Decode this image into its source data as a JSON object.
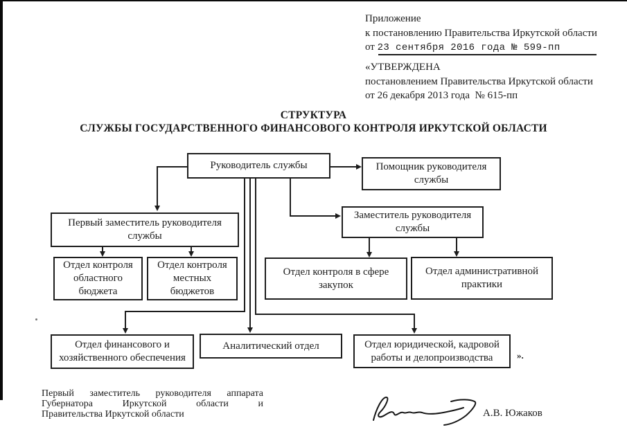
{
  "header": {
    "annex_line1": "Приложение",
    "annex_line2": "к постановлению Правительства Иркутской области",
    "annex_line3_prefix": "от ",
    "annex_line3_value": "23 сентября 2016 года № 599-пп",
    "approved_line1": "«УТВЕРЖДЕНА",
    "approved_line2": "постановлением Правительства Иркутской области",
    "approved_line3": "от 26 декабря 2013 года  № 615-пп"
  },
  "title": {
    "line1": "СТРУКТУРА",
    "line2": "СЛУЖБЫ ГОСУДАРСТВЕННОГО ФИНАНСОВОГО КОНТРОЛЯ ИРКУТСКОЙ ОБЛАСТИ"
  },
  "org_chart": {
    "nodes": {
      "head": "Руководитель службы",
      "assistant": "Помощник руководителя службы",
      "first_deputy": "Первый заместитель руководителя службы",
      "dept_regional_budget": "Отдел контроля областного бюджета",
      "dept_local_budgets": "Отдел контроля местных бюджетов",
      "deputy": "Заместитель руководителя службы",
      "dept_procurement": "Отдел контроля в сфере закупок",
      "dept_admin_practice": "Отдел административной практики",
      "dept_finance": "Отдел финансового и хозяйственного обеспечения",
      "dept_analytics": "Аналитический отдел",
      "dept_legal": "Отдел юридической, кадровой работы и делопроизводства"
    },
    "closing_mark": "»."
  },
  "footer": {
    "signer_title_line1": "Первый заместитель руководителя аппарата",
    "signer_title_line2": "Губернатора Иркутской области и",
    "signer_title_line3": "Правительства Иркутской области",
    "signer_name": "А.В. Южаков"
  },
  "colors": {
    "ink": "#1a1a1a",
    "paper": "#ffffff"
  }
}
